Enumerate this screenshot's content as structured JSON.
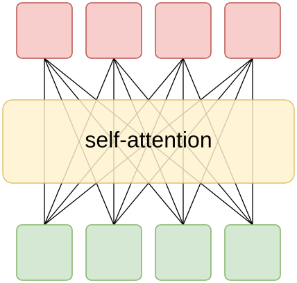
{
  "attention_block": {
    "label": "self-attention",
    "fill": "#fff2cc",
    "stroke": "#d6b656",
    "fill_opacity": 0.82
  },
  "output_nodes": {
    "count": 4,
    "fill": "#f8cecc",
    "stroke": "#b85450"
  },
  "input_nodes": {
    "count": 4,
    "fill": "#d5e8d4",
    "stroke": "#82b366"
  },
  "connections": {
    "pattern": "fully-connected",
    "color": "#000000"
  },
  "text_color": "#000000"
}
